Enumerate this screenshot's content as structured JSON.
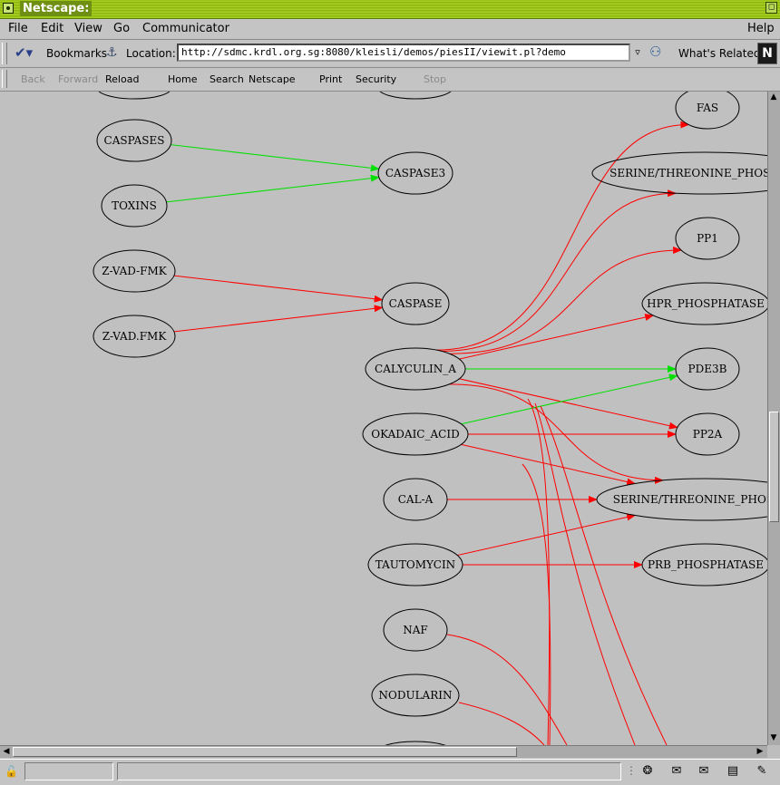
{
  "window": {
    "title": "Netscape:"
  },
  "menu": {
    "file": "File",
    "edit": "Edit",
    "view": "View",
    "go": "Go",
    "communicator": "Communicator",
    "help": "Help"
  },
  "location_bar": {
    "bookmarks": "Bookmarks",
    "location_label": "Location:",
    "url": "http://sdmc.krdl.org.sg:8080/kleisli/demos/piesII/viewit.pl?demo",
    "whats_related": "What's Related",
    "logo": "N"
  },
  "nav": {
    "back": "Back",
    "forward": "Forward",
    "reload": "Reload",
    "home": "Home",
    "search": "Search",
    "netscape": "Netscape",
    "print": "Print",
    "security": "Security",
    "stop": "Stop"
  },
  "graph": {
    "colors": {
      "inhibit": "#ff0000",
      "activate": "#00e000",
      "node_stroke": "#000000"
    },
    "nodes": [
      {
        "id": "partial_top_left",
        "label": ""
      },
      {
        "id": "partial_top_mid",
        "label": ""
      },
      {
        "id": "caspases",
        "label": "CASPASES"
      },
      {
        "id": "toxins",
        "label": "TOXINS"
      },
      {
        "id": "caspase3",
        "label": "CASPASE3"
      },
      {
        "id": "zvadfmk",
        "label": "Z-VAD-FMK"
      },
      {
        "id": "zvadfmk2",
        "label": "Z-VAD.FMK"
      },
      {
        "id": "caspase",
        "label": "CASPASE"
      },
      {
        "id": "calyculin",
        "label": "CALYCULIN_A"
      },
      {
        "id": "okadaic",
        "label": "OKADAIC_ACID"
      },
      {
        "id": "cala",
        "label": "CAL-A"
      },
      {
        "id": "tautomycin",
        "label": "TAUTOMYCIN"
      },
      {
        "id": "naf",
        "label": "NAF"
      },
      {
        "id": "nodularin",
        "label": "NODULARIN"
      },
      {
        "id": "partial_bottom",
        "label": ""
      },
      {
        "id": "fas",
        "label": "FAS"
      },
      {
        "id": "stp1",
        "label": "SERINE/THREONINE_PHOSPHAT"
      },
      {
        "id": "pp1",
        "label": "PP1"
      },
      {
        "id": "hpr",
        "label": "HPR_PHOSPHATASE"
      },
      {
        "id": "pde3b",
        "label": "PDE3B"
      },
      {
        "id": "pp2a",
        "label": "PP2A"
      },
      {
        "id": "stp2",
        "label": "SERINE/THREONINE_PHOSPHA"
      },
      {
        "id": "prb",
        "label": "PRB_PHOSPHATASE"
      }
    ],
    "edges": [
      {
        "from": "caspases",
        "to": "caspase3",
        "type": "activate"
      },
      {
        "from": "toxins",
        "to": "caspase3",
        "type": "activate"
      },
      {
        "from": "zvadfmk",
        "to": "caspase",
        "type": "inhibit"
      },
      {
        "from": "zvadfmk2",
        "to": "caspase",
        "type": "inhibit"
      },
      {
        "from": "calyculin",
        "to": "fas",
        "type": "inhibit"
      },
      {
        "from": "calyculin",
        "to": "stp1",
        "type": "inhibit"
      },
      {
        "from": "calyculin",
        "to": "pp1",
        "type": "inhibit"
      },
      {
        "from": "calyculin",
        "to": "hpr",
        "type": "inhibit"
      },
      {
        "from": "calyculin",
        "to": "pde3b",
        "type": "activate"
      },
      {
        "from": "calyculin",
        "to": "pp2a",
        "type": "inhibit"
      },
      {
        "from": "calyculin",
        "to": "stp2",
        "type": "inhibit"
      },
      {
        "from": "okadaic",
        "to": "pde3b",
        "type": "activate"
      },
      {
        "from": "okadaic",
        "to": "pp2a",
        "type": "inhibit"
      },
      {
        "from": "okadaic",
        "to": "stp2",
        "type": "inhibit"
      },
      {
        "from": "cala",
        "to": "stp2",
        "type": "inhibit"
      },
      {
        "from": "tautomycin",
        "to": "stp2",
        "type": "inhibit"
      },
      {
        "from": "tautomycin",
        "to": "prb",
        "type": "inhibit"
      }
    ]
  }
}
